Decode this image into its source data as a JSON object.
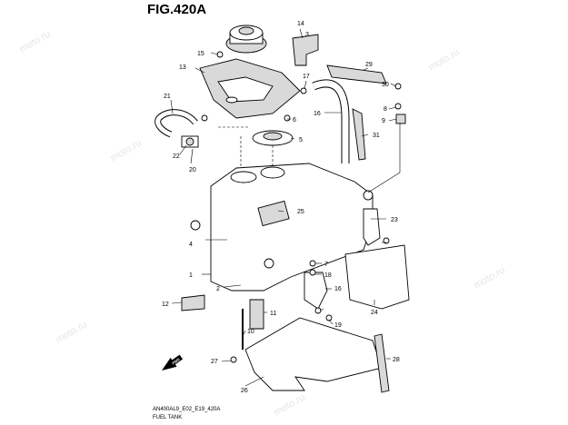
{
  "title": "FIG.420A",
  "footer_code": "AN400AL9_E02_E19_420A",
  "footer_name": "FUEL TANK",
  "watermark": "moto.ru",
  "fwd_label": "FWD",
  "callouts": [
    "1",
    "2",
    "3",
    "4",
    "5",
    "6",
    "7",
    "8",
    "9",
    "10",
    "11",
    "12",
    "13",
    "14",
    "15",
    "16",
    "16",
    "17",
    "18",
    "19",
    "20",
    "21",
    "22",
    "23",
    "24",
    "25",
    "26",
    "27",
    "28",
    "29",
    "30",
    "31"
  ]
}
